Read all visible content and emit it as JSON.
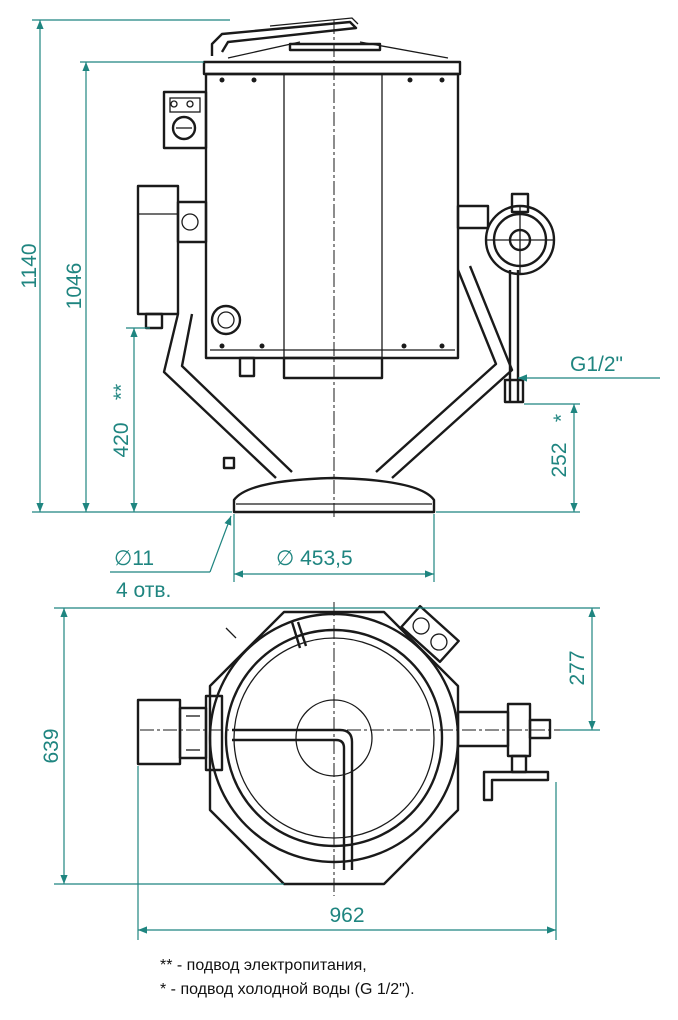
{
  "dimensions": {
    "overall_height": "1140",
    "body_height": "1046",
    "power_inlet_height": "420",
    "power_mark": "**",
    "water_inlet_height": "252",
    "water_mark": "*",
    "water_thread": "G1/2\"",
    "hole_diameter": "∅11",
    "hole_count": "4 отв.",
    "base_diameter": "∅ 453,5",
    "plan_depth": "639",
    "plan_offset": "277",
    "plan_width": "962"
  },
  "legend": [
    "** - подвод электропитания,",
    "* - подвод холодной воды (G 1/2\")."
  ],
  "colors": {
    "dimension": "#1f8580",
    "outline": "#1a1a1a"
  }
}
